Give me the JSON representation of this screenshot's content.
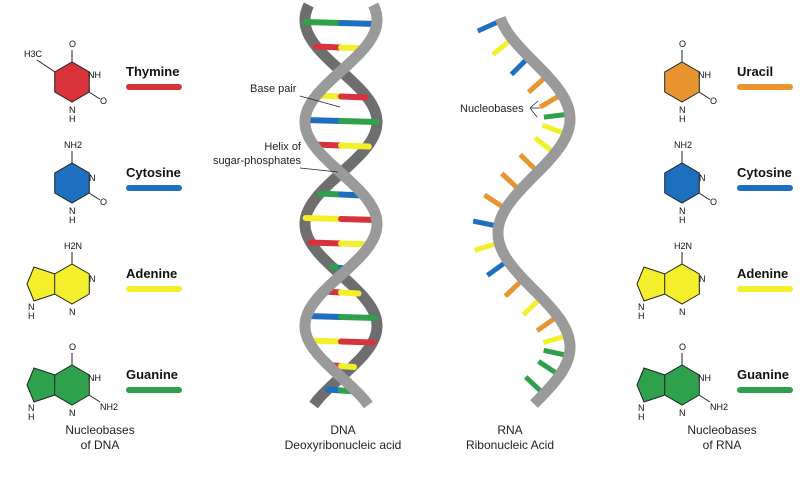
{
  "colors": {
    "thymine": "#d8333b",
    "cytosine": "#1f6fc0",
    "adenine": "#f3ef2a",
    "guanine": "#2fa14c",
    "uracil": "#e89431",
    "backbone": "#9a9a9a"
  },
  "dna_bases": [
    {
      "name": "Thymine",
      "key": "thymine"
    },
    {
      "name": "Cytosine",
      "key": "cytosine"
    },
    {
      "name": "Adenine",
      "key": "adenine"
    },
    {
      "name": "Guanine",
      "key": "guanine"
    }
  ],
  "rna_bases": [
    {
      "name": "Uracil",
      "key": "uracil"
    },
    {
      "name": "Cytosine",
      "key": "cytosine"
    },
    {
      "name": "Adenine",
      "key": "adenine"
    },
    {
      "name": "Guanine",
      "key": "guanine"
    }
  ],
  "atoms": {
    "h3c": "H3C",
    "o": "O",
    "nh": "NH",
    "n": "N",
    "h": "H",
    "nh2": "NH2",
    "h2n": "H2N"
  },
  "annotations": {
    "base_pair": "Base pair",
    "helix_line1": "Helix of",
    "helix_line2": "sugar-phosphates",
    "nucleobases": "Nucleobases"
  },
  "captions": {
    "dna_bases_1": "Nucleobases",
    "dna_bases_2": "of DNA",
    "dna_1": "DNA",
    "dna_2": "Deoxyribonucleic acid",
    "rna_1": "RNA",
    "rna_2": "Ribonucleic Acid",
    "rna_bases_1": "Nucleobases",
    "rna_bases_2": "of RNA"
  },
  "dna_pairs": [
    [
      "guanine",
      "cytosine"
    ],
    [
      "thymine",
      "adenine"
    ],
    [
      "guanine",
      "cytosine"
    ],
    [
      "adenine",
      "thymine"
    ],
    [
      "cytosine",
      "guanine"
    ],
    [
      "thymine",
      "adenine"
    ],
    [
      "cytosine",
      "guanine"
    ],
    [
      "guanine",
      "cytosine"
    ],
    [
      "adenine",
      "thymine"
    ],
    [
      "thymine",
      "adenine"
    ],
    [
      "guanine",
      "cytosine"
    ],
    [
      "thymine",
      "adenine"
    ],
    [
      "cytosine",
      "guanine"
    ],
    [
      "adenine",
      "thymine"
    ],
    [
      "thymine",
      "adenine"
    ],
    [
      "cytosine",
      "guanine"
    ]
  ],
  "rna_seq": [
    "cytosine",
    "adenine",
    "cytosine",
    "uracil",
    "uracil",
    "guanine",
    "adenine",
    "adenine",
    "uracil",
    "uracil",
    "uracil",
    "cytosine",
    "adenine",
    "cytosine",
    "uracil",
    "adenine",
    "uracil",
    "adenine",
    "guanine",
    "guanine",
    "guanine"
  ]
}
